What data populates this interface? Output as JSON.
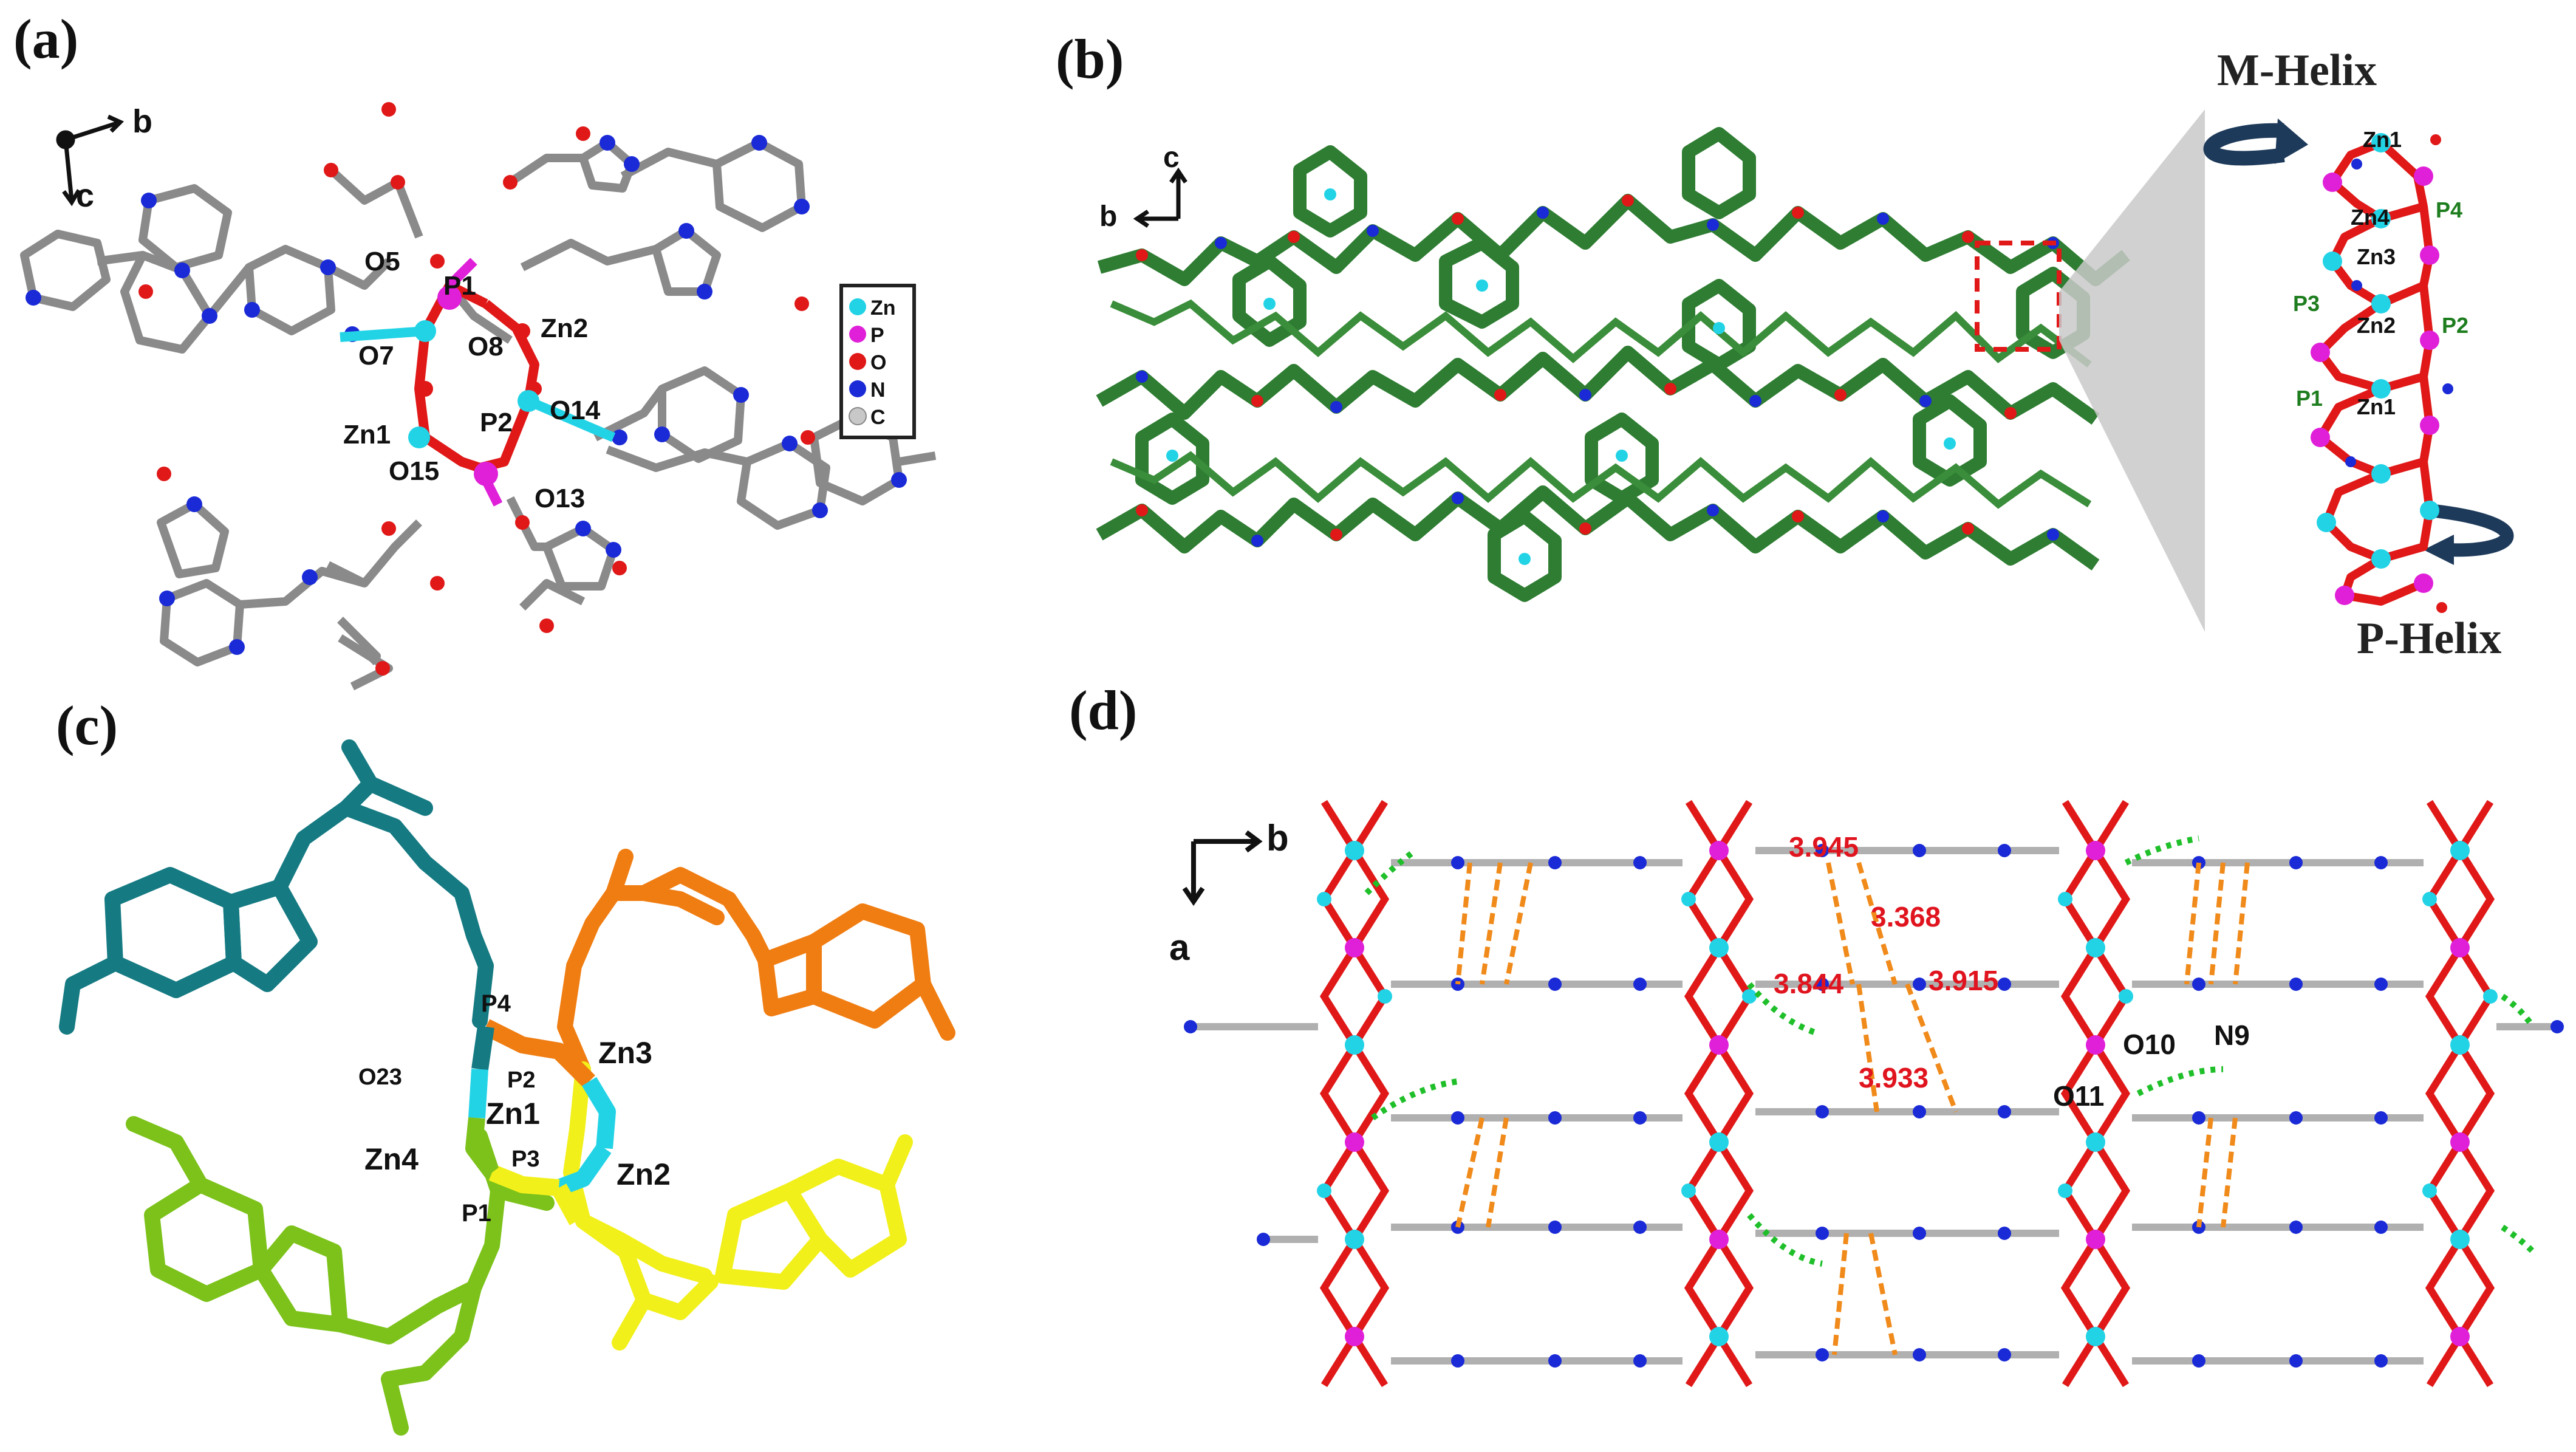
{
  "panels": {
    "a": {
      "letter": "(a)",
      "axes": {
        "b": "b",
        "c": "c"
      },
      "atom_labels": [
        "O5",
        "P1",
        "O8",
        "Zn2",
        "O7",
        "Zn1",
        "P2",
        "O14",
        "O15",
        "O13"
      ],
      "legend": [
        {
          "symbol": "Zn",
          "color": "#22d3e6"
        },
        {
          "symbol": "P",
          "color": "#e020d8"
        },
        {
          "symbol": "O",
          "color": "#e01818"
        },
        {
          "symbol": "N",
          "color": "#1a2ad6"
        },
        {
          "symbol": "C",
          "color": "#c8c8c8"
        }
      ]
    },
    "b": {
      "letter": "(b)",
      "axes": {
        "c": "c",
        "b": "b"
      },
      "helix_top": "M-Helix",
      "helix_bottom": "P-Helix",
      "zn_labels": [
        "Zn1",
        "Zn4",
        "Zn3",
        "Zn2",
        "Zn1"
      ],
      "p_labels": [
        "P4",
        "P3",
        "P2",
        "P1"
      ]
    },
    "c": {
      "letter": "(c)",
      "labels": [
        "P4",
        "O23",
        "Zn3",
        "P2",
        "Zn1",
        "Zn4",
        "P3",
        "Zn2",
        "P1"
      ]
    },
    "d": {
      "letter": "(d)",
      "axes": {
        "b": "b",
        "a": "a"
      },
      "distances": [
        "3.945",
        "3.368",
        "3.844",
        "3.915",
        "3.933"
      ],
      "atom_labels": [
        "O10",
        "N9",
        "O11"
      ]
    }
  },
  "colors": {
    "zn": "#22d3e6",
    "p": "#e020d8",
    "o": "#e01818",
    "n": "#1a2ad6",
    "c": "#c8c8c8",
    "framework_green": "#2e7d32",
    "teal": "#157a82",
    "orange": "#f07d12",
    "yellow": "#f2f01a",
    "lime": "#7cc21a",
    "hbond": "#1fbf2a",
    "stacking": "#f08a1a",
    "distance_text": "#e0141e"
  }
}
